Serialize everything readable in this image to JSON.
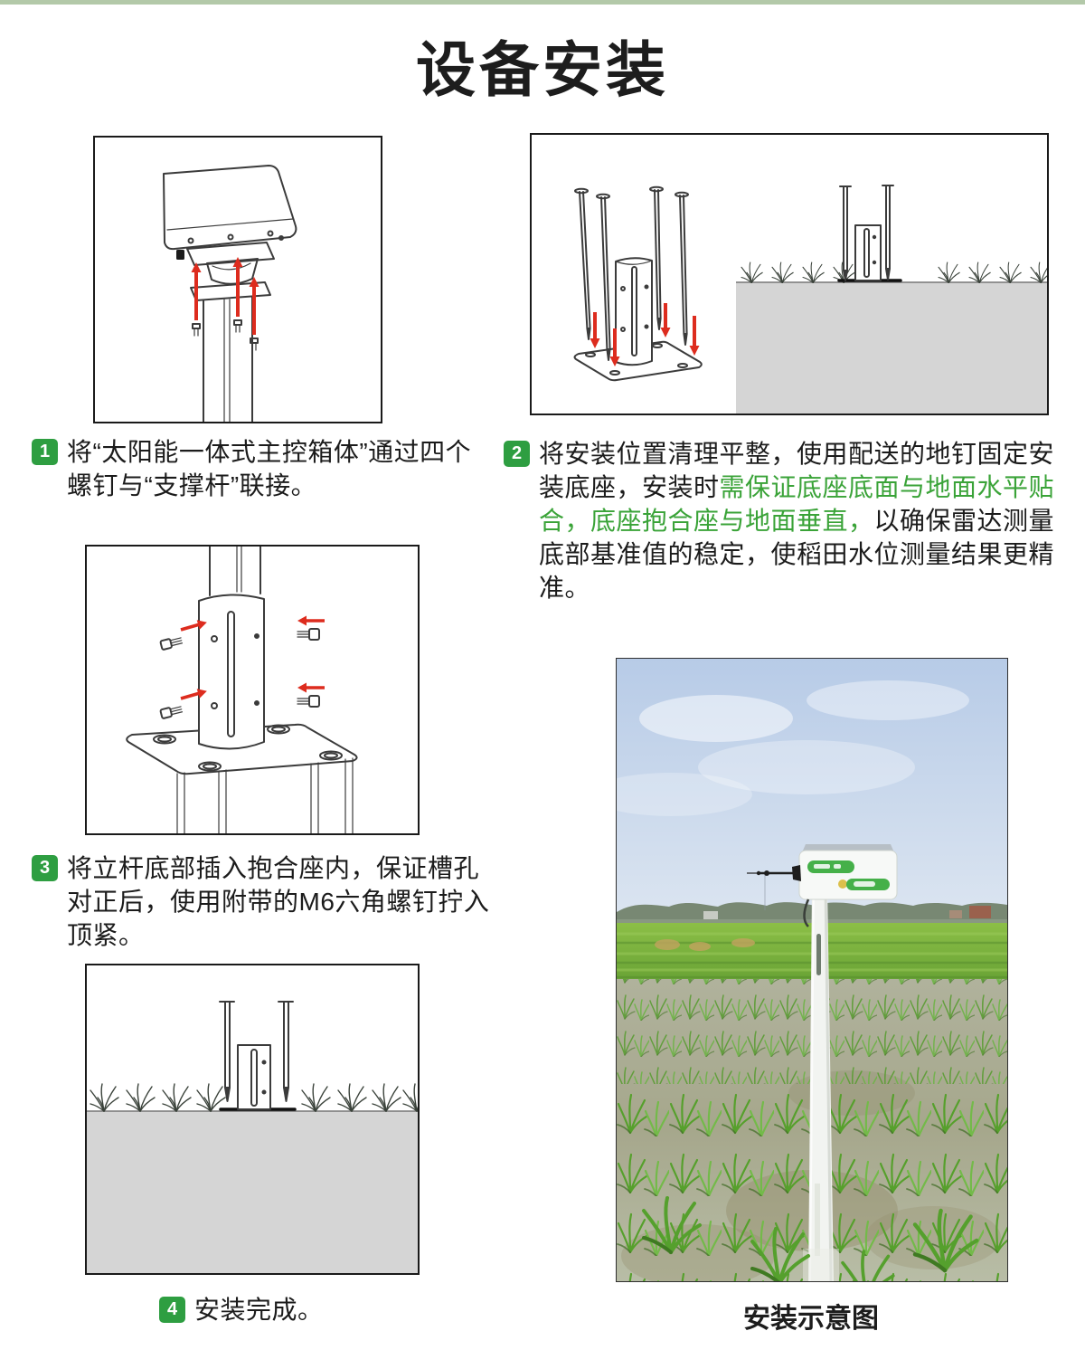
{
  "colors": {
    "top_bar": "#b3c9a9",
    "accent_green": "#2e9e41",
    "highlight_green": "#3aa338",
    "arrow_red": "#dd2c1e",
    "ground_gray": "#d5d5d5"
  },
  "title": "设备安装",
  "steps": {
    "step1": {
      "number": "1",
      "text": "将“太阳能一体式主控箱体”通过四个螺钉与“支撑杆”联接。"
    },
    "step2": {
      "number": "2",
      "pre": "将安装位置清理平整，使用配送的地钉固定安装底座，安装时",
      "highlight": "需保证底座底面与地面水平贴合，底座抱合座与地面垂直，",
      "post": "以确保雷达测量底部基准值的稳定，使稻田水位测量结果更精准。"
    },
    "step3": {
      "number": "3",
      "text": "将立杆底部插入抱合座内，保证槽孔对正后，使用附带的M6六角螺钉拧入顶紧。"
    },
    "step4": {
      "number": "4",
      "text": "安装完成。"
    }
  },
  "photo_caption": "安装示意图"
}
